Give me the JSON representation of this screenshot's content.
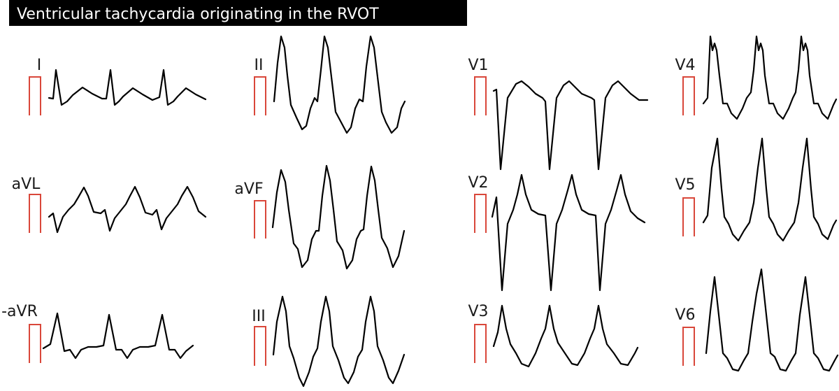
{
  "title": "Ventricular tachycardia originating in the RVOT",
  "colors": {
    "title_background": "#000000",
    "title_text": "#ffffff",
    "trace": "#000000",
    "calibration_pulse": "#d9473a"
  },
  "leads": [
    {
      "id": "I",
      "label": "I"
    },
    {
      "id": "aVL",
      "label": "aVL"
    },
    {
      "id": "minus-aVR",
      "label": "-aVR"
    },
    {
      "id": "II",
      "label": "II"
    },
    {
      "id": "aVF",
      "label": "aVF"
    },
    {
      "id": "III",
      "label": "III"
    },
    {
      "id": "V1",
      "label": "V1"
    },
    {
      "id": "V2",
      "label": "V2"
    },
    {
      "id": "V3",
      "label": "V3"
    },
    {
      "id": "V4",
      "label": "V4"
    },
    {
      "id": "V5",
      "label": "V5"
    },
    {
      "id": "V6",
      "label": "V6"
    }
  ]
}
